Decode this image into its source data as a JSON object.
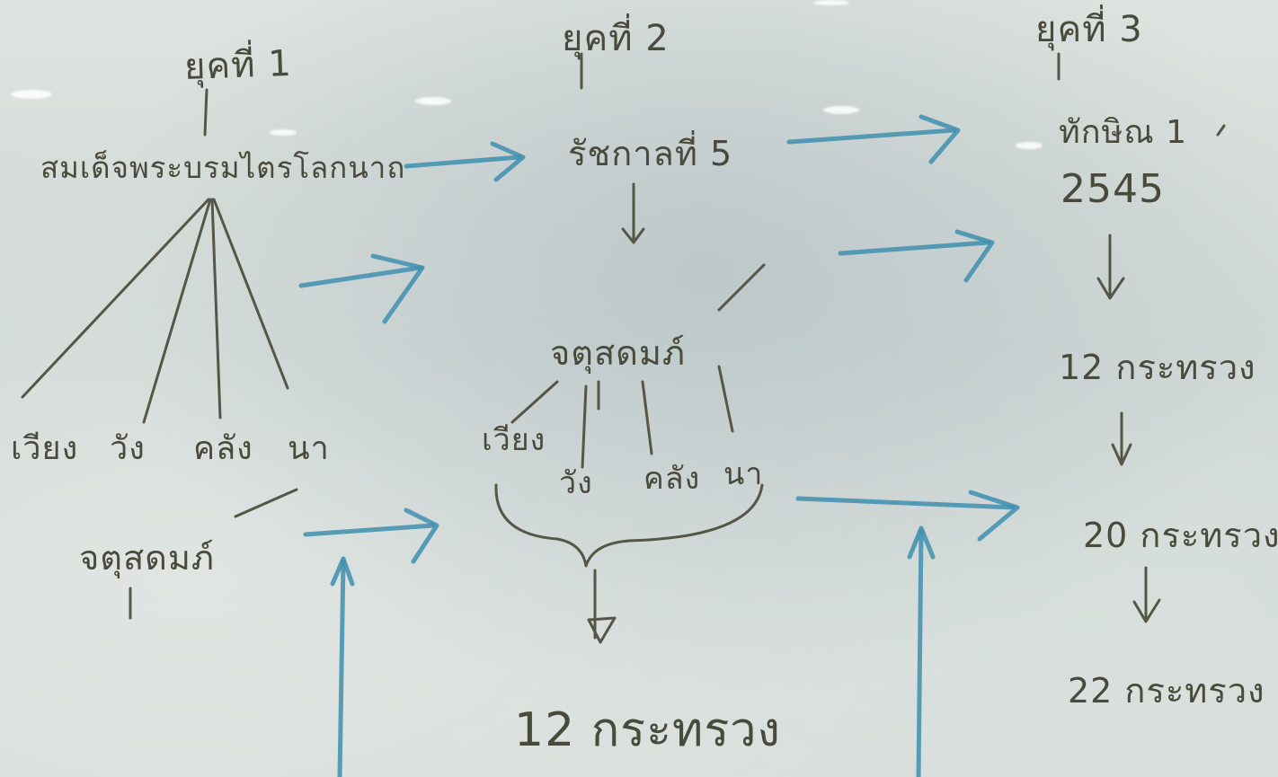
{
  "era1": {
    "heading": "ยุคที่ 1",
    "king": "สมเด็จพระบรมไตรโลกนาถ",
    "units": [
      "เวียง",
      "วัง",
      "คลัง",
      "นา"
    ],
    "extra": "จตุสดมภ์"
  },
  "era2": {
    "heading": "ยุคที่ 2",
    "reign": "รัชกาลที่ 5",
    "group": "จตุสดมภ์",
    "units": [
      "เวียง",
      "วัง",
      "คลัง",
      "นา"
    ],
    "result": "12 กระทรวง"
  },
  "era3": {
    "heading": "ยุคที่ 3",
    "reform": "ทักษิณ 1",
    "year": "2545",
    "steps": [
      "12 กระทรวง",
      "20 กระทรวง",
      "22 กระทรวง"
    ]
  },
  "colors": {
    "marker_black": "#4a4a3c",
    "marker_blue": "#3f8fae",
    "board": "#d6dbd8"
  }
}
